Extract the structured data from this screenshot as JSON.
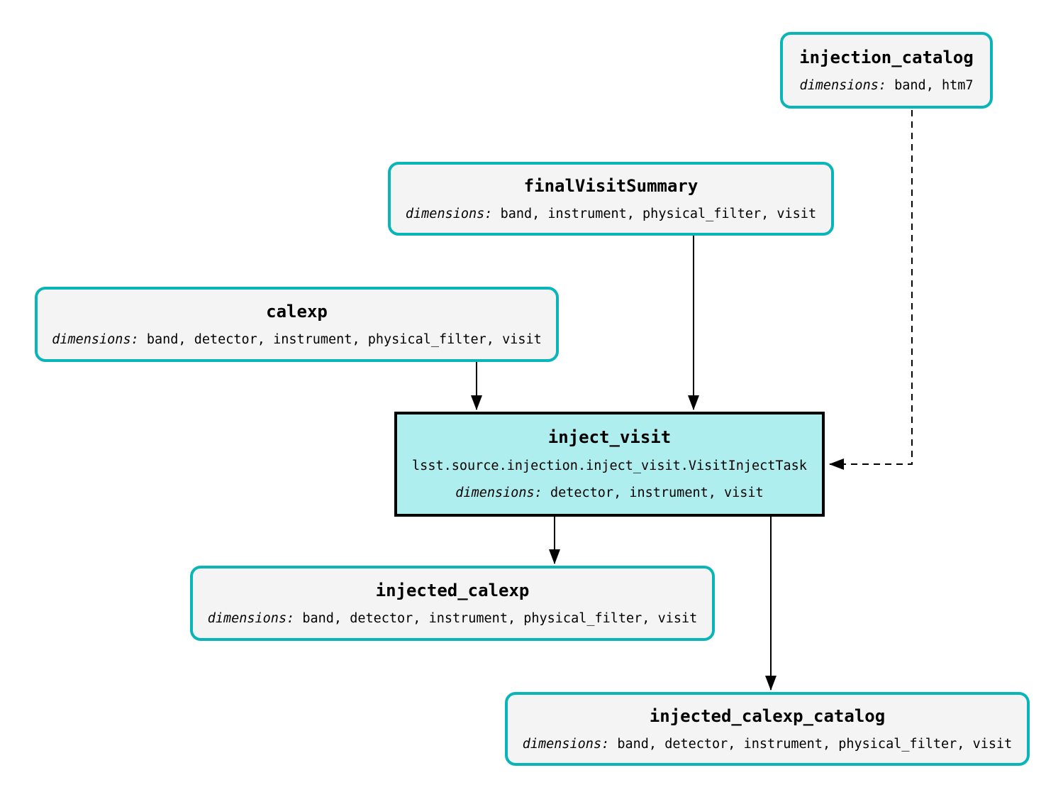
{
  "colors": {
    "canvas-bg": "#ffffff",
    "dataset-fill": "#f4f4f4",
    "dataset-border": "#0ab5ba",
    "task-fill": "#afeeee",
    "task-border": "#000000",
    "edge": "#000000",
    "text": "#000000"
  },
  "nodes": {
    "injection_catalog": {
      "title": "injection_catalog",
      "dims_label": "dimensions:",
      "dims": "band, htm7"
    },
    "finalVisitSummary": {
      "title": "finalVisitSummary",
      "dims_label": "dimensions:",
      "dims": "band, instrument, physical_filter, visit"
    },
    "calexp": {
      "title": "calexp",
      "dims_label": "dimensions:",
      "dims": "band, detector, instrument, physical_filter, visit"
    },
    "inject_visit": {
      "title": "inject_visit",
      "task_class": "lsst.source.injection.inject_visit.VisitInjectTask",
      "dims_label": "dimensions:",
      "dims": "detector, instrument, visit"
    },
    "injected_calexp": {
      "title": "injected_calexp",
      "dims_label": "dimensions:",
      "dims": "band, detector, instrument, physical_filter, visit"
    },
    "injected_calexp_catalog": {
      "title": "injected_calexp_catalog",
      "dims_label": "dimensions:",
      "dims": "band, detector, instrument, physical_filter, visit"
    }
  },
  "edges": [
    {
      "from": "calexp",
      "to": "inject_visit",
      "style": "solid"
    },
    {
      "from": "finalVisitSummary",
      "to": "inject_visit",
      "style": "solid"
    },
    {
      "from": "injection_catalog",
      "to": "inject_visit",
      "style": "dashed"
    },
    {
      "from": "inject_visit",
      "to": "injected_calexp",
      "style": "solid"
    },
    {
      "from": "inject_visit",
      "to": "injected_calexp_catalog",
      "style": "solid"
    }
  ]
}
